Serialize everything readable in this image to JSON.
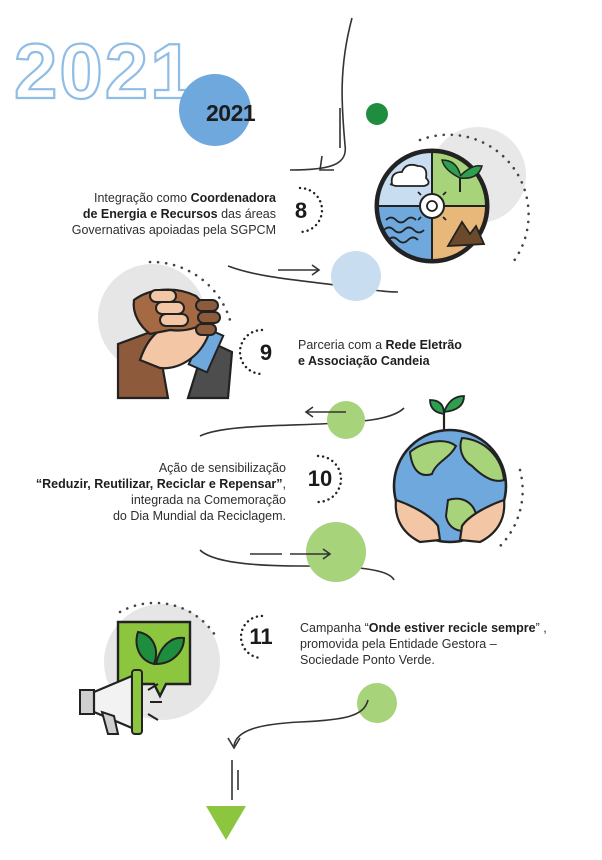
{
  "year_outline": "2021",
  "year": "2021",
  "steps": [
    {
      "number": "8",
      "lines": [
        [
          "Integração como ",
          "Coordenadora"
        ],
        [
          "de Energia e Recursos",
          " das áreas"
        ],
        [
          "Governativas apoiadas pela SGPCM"
        ]
      ]
    },
    {
      "number": "9",
      "lines": [
        [
          "Parceria com a ",
          "Rede Eletrão"
        ],
        [
          "",
          "e Associação Candeia"
        ]
      ]
    },
    {
      "number": "10",
      "lines": [
        [
          "Ação de sensibilização"
        ],
        [
          "",
          "“Reduzir, Reutilizar, Reciclar e Repensar”",
          ","
        ],
        [
          "integrada na Comemoração"
        ],
        [
          "do Dia Mundial da Reciclagem."
        ]
      ]
    },
    {
      "number": "11",
      "lines": [
        [
          "Campanha “",
          "Onde estiver recicle sempre",
          "” ,"
        ],
        [
          "promovida pela Entidade Gestora –"
        ],
        [
          "Sociedade Ponto Verde."
        ]
      ]
    }
  ],
  "colors": {
    "blue": "#6fa8dc",
    "light_blue": "#c9ddf1",
    "green": "#8cc63f",
    "light_green": "#a7d37a",
    "dark_green": "#1e8e3e",
    "grey_disc": "#e6e6e6",
    "ink": "#2b2b2b"
  },
  "icons": [
    "ecosystem-icon",
    "handshake-icon",
    "earth-hands-icon",
    "megaphone-leaf-icon"
  ]
}
